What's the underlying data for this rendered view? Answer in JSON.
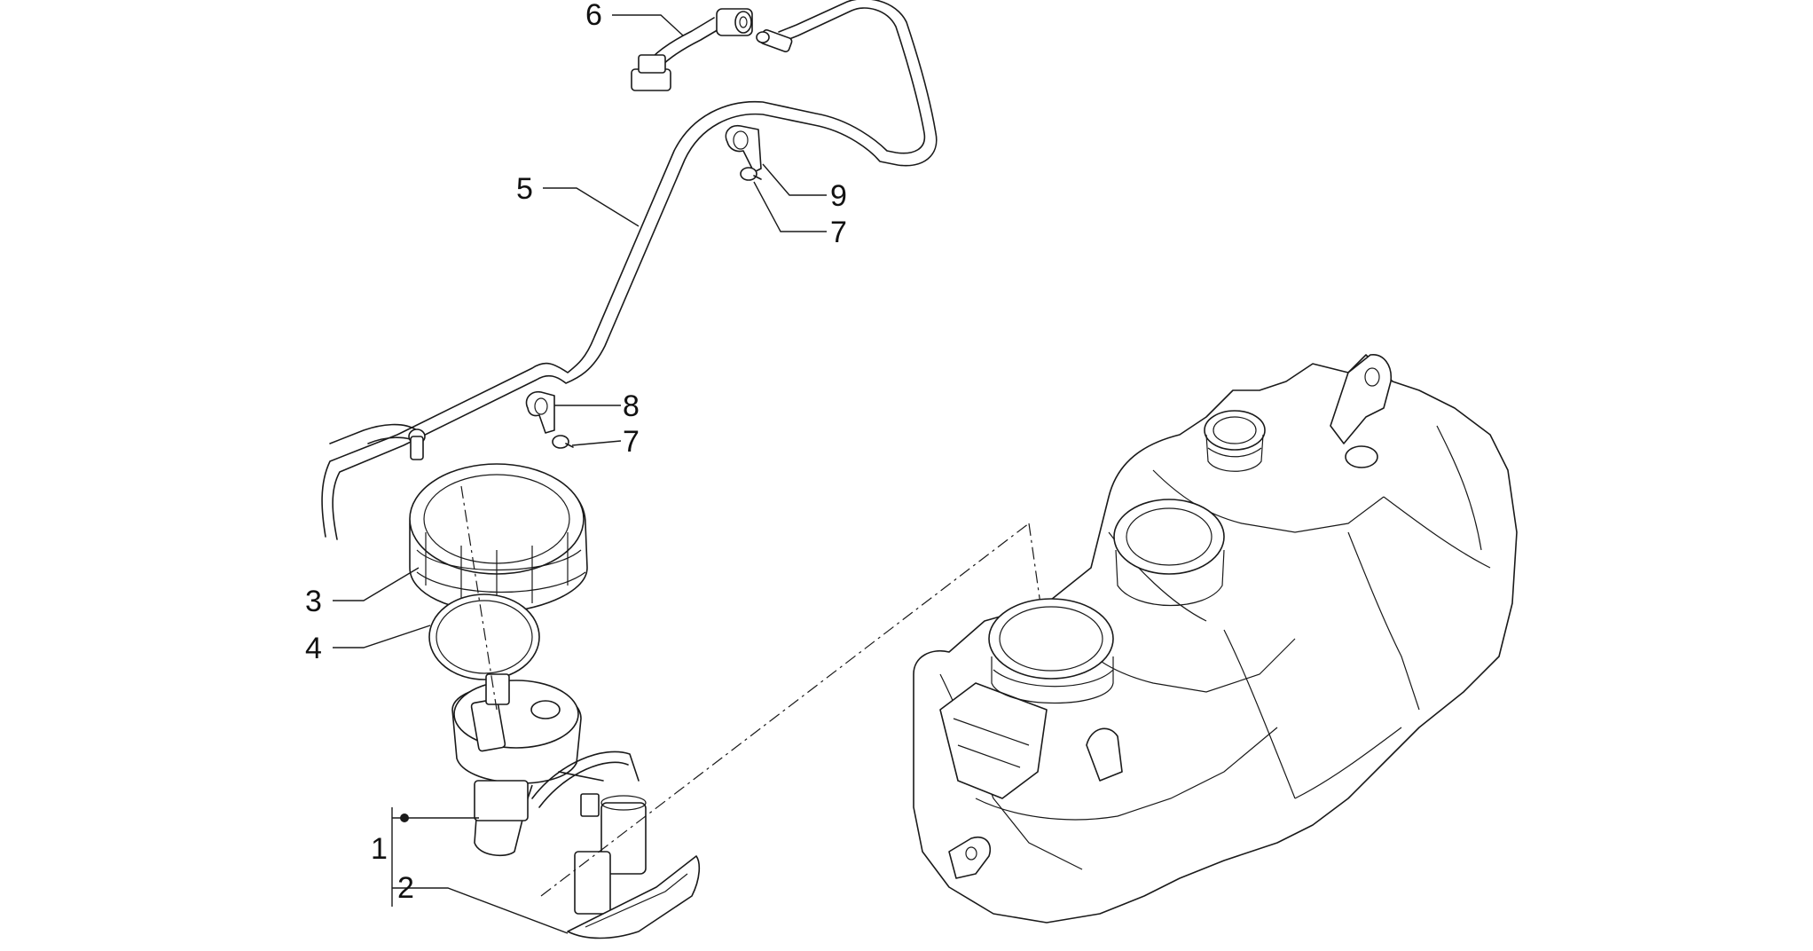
{
  "callouts": {
    "c1": "1",
    "c2": "2",
    "c3": "3",
    "c4": "4",
    "c5": "5",
    "c6": "6",
    "c7a": "7",
    "c7b": "7",
    "c8": "8",
    "c9": "9"
  },
  "colors": {
    "line": "#1a1a1a",
    "background": "#ffffff"
  }
}
